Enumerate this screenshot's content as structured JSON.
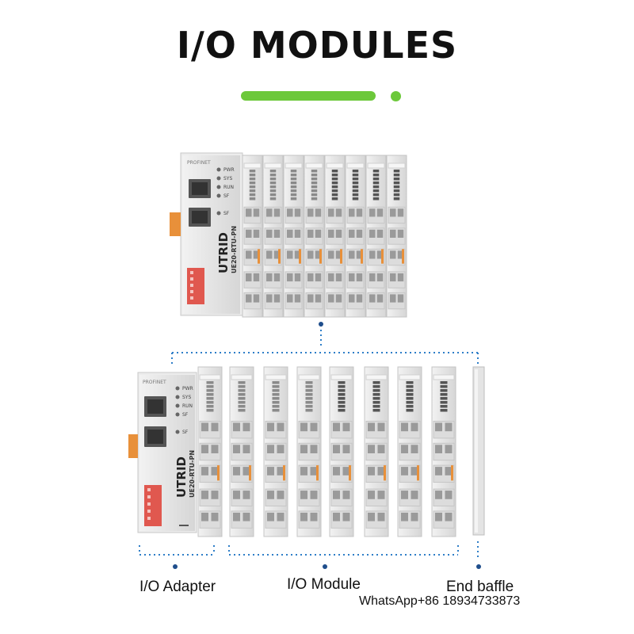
{
  "title": "I/O MODULES",
  "colors": {
    "accent": "#6cc83a",
    "dots": "#2e7ec8",
    "marker": "#1f4e8c",
    "body": "#e8e8e8",
    "orange": "#e8903a",
    "dip": "#e0584f"
  },
  "adapter": {
    "profinet_label": "PROFINET",
    "leds": [
      "PWR",
      "SYS",
      "RUN",
      "SF"
    ],
    "led2": "SF",
    "brand": "UTRID",
    "model": "UE20-RTU-PN"
  },
  "labels": {
    "adapter": "I/O Adapter",
    "module": "I/O Module",
    "baffle": "End baffle"
  },
  "contact": "WhatsApp+86 18934733873"
}
